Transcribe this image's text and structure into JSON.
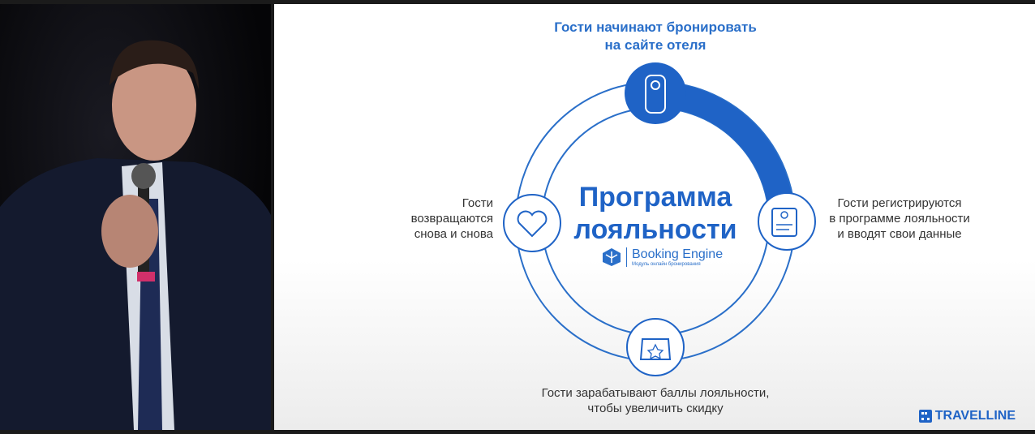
{
  "slide": {
    "top_caption": [
      "Гости начинают бронировать",
      "на сайте отеля"
    ],
    "center_title": [
      "Программа",
      "лояльности"
    ],
    "right_caption": [
      "Гости регистрируются",
      "в программе лояльности",
      "и вводят свои данные"
    ],
    "left_caption": [
      "Гости",
      "возвращаются",
      "снова и снова"
    ],
    "bottom_caption": [
      "Гости зарабатывают баллы лояльности,",
      "чтобы увеличить скидку"
    ],
    "product_name": "Booking Engine",
    "product_subtitle": "Модуль онлайн бронирования",
    "brand": "TRAVELLINE",
    "accent_color": "#1f63c6"
  }
}
